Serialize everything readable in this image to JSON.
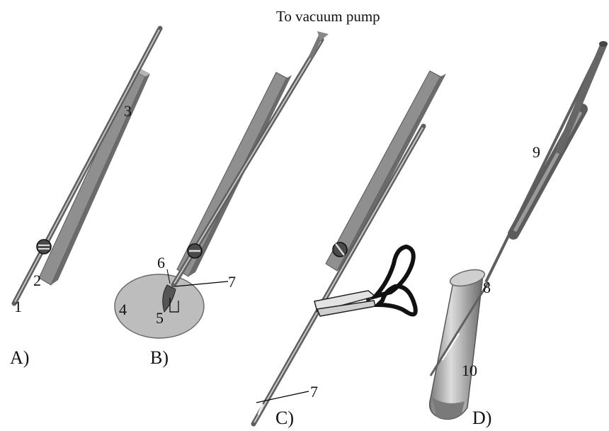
{
  "caption": "To vacuum pump",
  "panels": [
    "A)",
    "B)",
    "C)",
    "D)"
  ],
  "labels": {
    "n1": "1",
    "n2": "2",
    "n3": "3",
    "n4": "4",
    "n5": "5",
    "n6": "6",
    "n7b": "7",
    "n7c": "7",
    "n8": "8",
    "n9": "9",
    "n10": "10"
  },
  "colors": {
    "metal": "#8a8a8a",
    "metal_dark": "#555555",
    "metal_light": "#c9c9c9",
    "disc": "#bdbdbd",
    "line": "#000000"
  },
  "icons": [
    "screw-icon",
    "scissors-icon",
    "arrow-icon",
    "tube-icon"
  ]
}
